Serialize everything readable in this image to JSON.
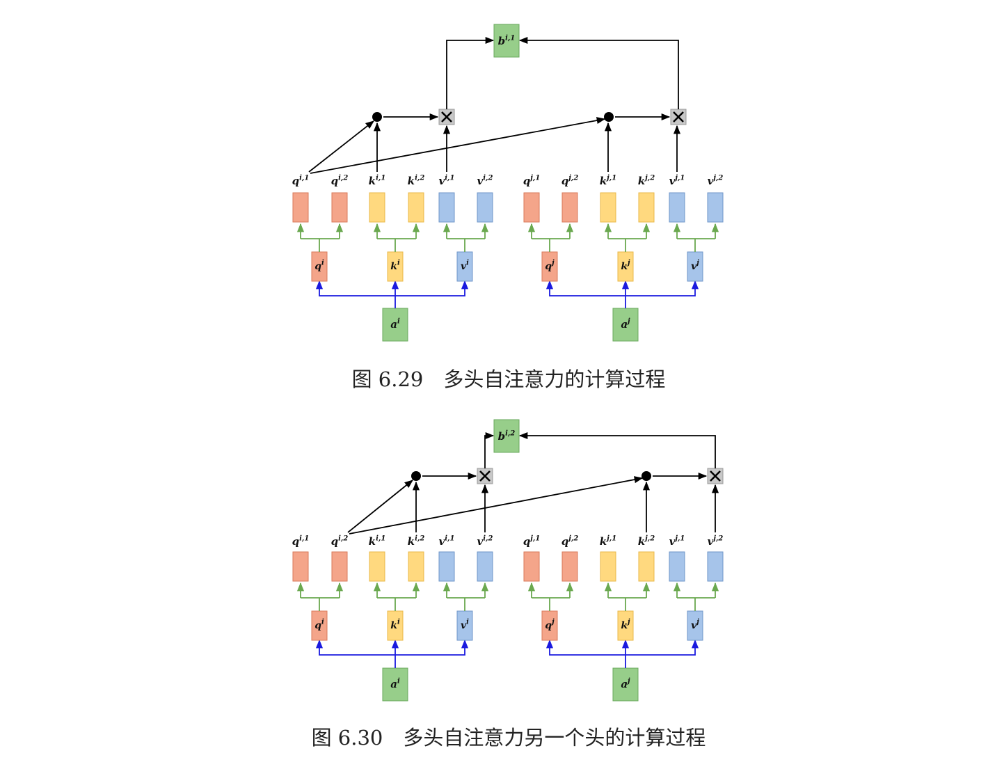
{
  "colors": {
    "query": "#f4a58a",
    "query_border": "#d9795a",
    "key": "#ffd97f",
    "key_border": "#e8b84a",
    "value": "#a6c4ea",
    "value_border": "#6f96c8",
    "input": "#97ce8a",
    "input_border": "#6aa85c",
    "output": "#97ce8a",
    "split_arrow": "#6aa84f",
    "input_arrow": "#1a1adf",
    "flow_arrow": "#000000",
    "multiply_box": "#c8c8c8"
  },
  "figures": [
    {
      "caption": "图 6.29　多头自注意力的计算过程",
      "output": {
        "base": "b",
        "sup": "i,1"
      },
      "heads_used": "1",
      "groups": [
        {
          "input": {
            "base": "a",
            "sup": "i"
          },
          "projections": [
            {
              "kind": "query",
              "label": {
                "base": "q",
                "sup": "i"
              },
              "heads": [
                {
                  "base": "q",
                  "sup": "i,1"
                },
                {
                  "base": "q",
                  "sup": "i,2"
                }
              ]
            },
            {
              "kind": "key",
              "label": {
                "base": "k",
                "sup": "i"
              },
              "heads": [
                {
                  "base": "k",
                  "sup": "i,1"
                },
                {
                  "base": "k",
                  "sup": "i,2"
                }
              ]
            },
            {
              "kind": "value",
              "label": {
                "base": "v",
                "sup": "i"
              },
              "heads": [
                {
                  "base": "v",
                  "sup": "i,1"
                },
                {
                  "base": "v",
                  "sup": "i,2"
                }
              ]
            }
          ]
        },
        {
          "input": {
            "base": "a",
            "sup": "j"
          },
          "projections": [
            {
              "kind": "query",
              "label": {
                "base": "q",
                "sup": "j"
              },
              "heads": [
                {
                  "base": "q",
                  "sup": "j,1"
                },
                {
                  "base": "q",
                  "sup": "j,2"
                }
              ]
            },
            {
              "kind": "key",
              "label": {
                "base": "k",
                "sup": "j"
              },
              "heads": [
                {
                  "base": "k",
                  "sup": "j,1"
                },
                {
                  "base": "k",
                  "sup": "j,2"
                }
              ]
            },
            {
              "kind": "value",
              "label": {
                "base": "v",
                "sup": "j"
              },
              "heads": [
                {
                  "base": "v",
                  "sup": "j,1"
                },
                {
                  "base": "v",
                  "sup": "j,2"
                }
              ]
            }
          ]
        }
      ]
    },
    {
      "caption": "图 6.30　多头自注意力另一个头的计算过程",
      "output": {
        "base": "b",
        "sup": "i,2"
      },
      "heads_used": "2",
      "groups": [
        {
          "input": {
            "base": "a",
            "sup": "i"
          },
          "projections": [
            {
              "kind": "query",
              "label": {
                "base": "q",
                "sup": "i"
              },
              "heads": [
                {
                  "base": "q",
                  "sup": "i,1"
                },
                {
                  "base": "q",
                  "sup": "i,2"
                }
              ]
            },
            {
              "kind": "key",
              "label": {
                "base": "k",
                "sup": "i"
              },
              "heads": [
                {
                  "base": "k",
                  "sup": "i,1"
                },
                {
                  "base": "k",
                  "sup": "i,2"
                }
              ]
            },
            {
              "kind": "value",
              "label": {
                "base": "v",
                "sup": "i"
              },
              "heads": [
                {
                  "base": "v",
                  "sup": "i,1"
                },
                {
                  "base": "v",
                  "sup": "i,2"
                }
              ]
            }
          ]
        },
        {
          "input": {
            "base": "a",
            "sup": "j"
          },
          "projections": [
            {
              "kind": "query",
              "label": {
                "base": "q",
                "sup": "j"
              },
              "heads": [
                {
                  "base": "q",
                  "sup": "j,1"
                },
                {
                  "base": "q",
                  "sup": "j,2"
                }
              ]
            },
            {
              "kind": "key",
              "label": {
                "base": "k",
                "sup": "j"
              },
              "heads": [
                {
                  "base": "k",
                  "sup": "j,1"
                },
                {
                  "base": "k",
                  "sup": "j,2"
                }
              ]
            },
            {
              "kind": "value",
              "label": {
                "base": "v",
                "sup": "j"
              },
              "heads": [
                {
                  "base": "v",
                  "sup": "j,1"
                },
                {
                  "base": "v",
                  "sup": "j,2"
                }
              ]
            }
          ]
        }
      ]
    }
  ]
}
